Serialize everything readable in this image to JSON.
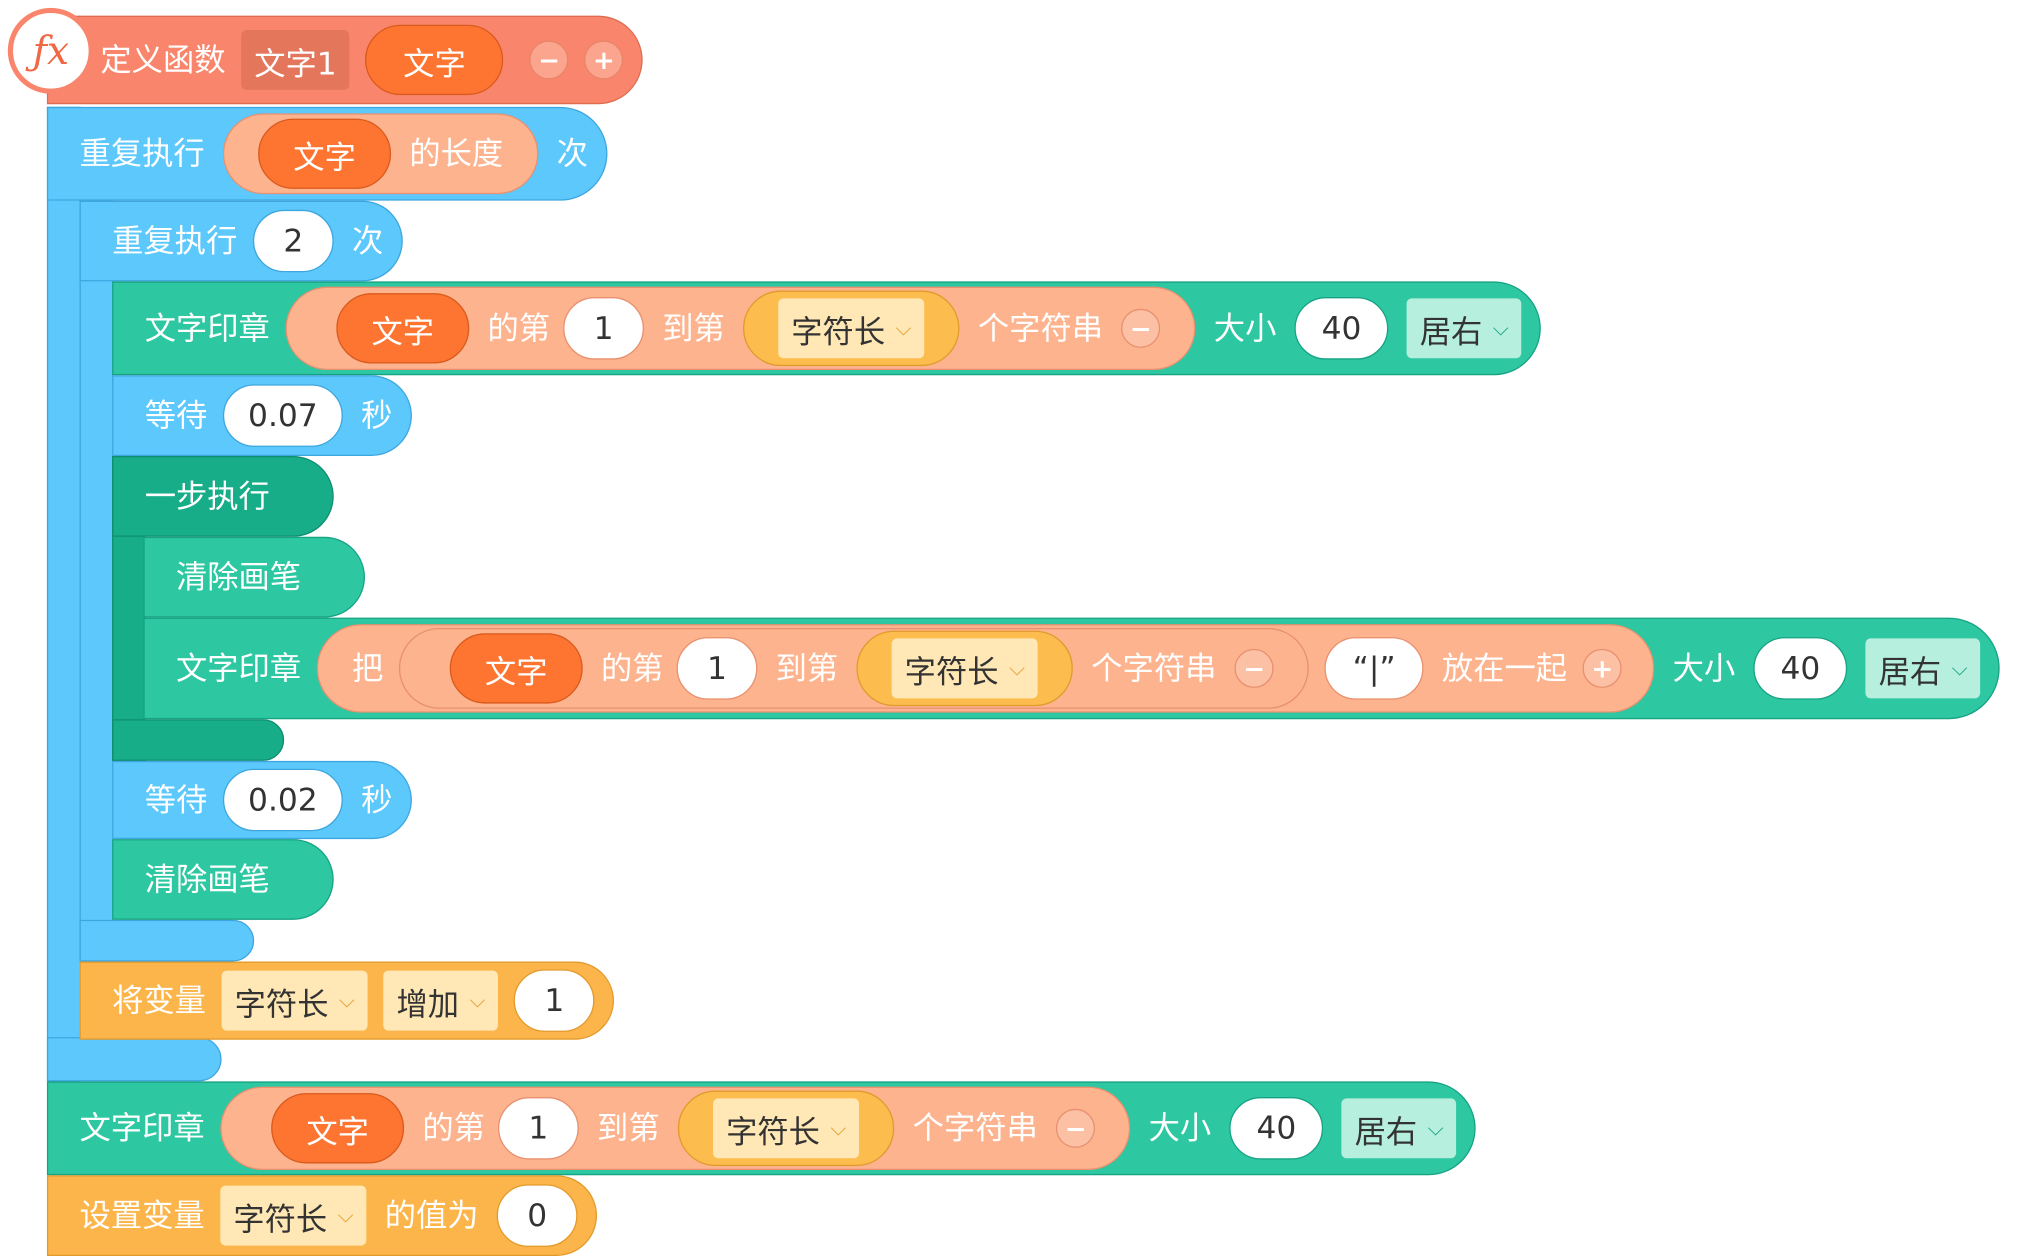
{
  "function_def": {
    "keyword": "定义函数",
    "name": "文字1",
    "param": "文字",
    "minus": "−",
    "plus": "+"
  },
  "outer_repeat": {
    "prefix": "重复执行",
    "param": "文字",
    "length_of": "的长度",
    "suffix": "次"
  },
  "inner_repeat": {
    "prefix": "重复执行",
    "count": "2",
    "suffix": "次"
  },
  "stamp1": {
    "label": "文字印章",
    "param": "文字",
    "from": "的第",
    "from_val": "1",
    "to": "到第",
    "var": "字符长",
    "substr": "个字符串",
    "minus": "−",
    "size_label": "大小",
    "size": "40",
    "align": "居右"
  },
  "wait1": {
    "label": "等待",
    "value": "0.07",
    "unit": "秒"
  },
  "step_block": {
    "label": "一步执行"
  },
  "clear_pen_inner": {
    "label": "清除画笔"
  },
  "stamp2": {
    "label": "文字印章",
    "join": "把",
    "param": "文字",
    "from": "的第",
    "from_val": "1",
    "to": "到第",
    "var": "字符长",
    "substr": "个字符串",
    "minus": "−",
    "cursor_text": "“|”",
    "join_together": "放在一起",
    "plus": "+",
    "size_label": "大小",
    "size": "40",
    "align": "居右"
  },
  "wait2": {
    "label": "等待",
    "value": "0.02",
    "unit": "秒"
  },
  "clear_pen": {
    "label": "清除画笔"
  },
  "change_var": {
    "label": "将变量",
    "var": "字符长",
    "op": "增加",
    "value": "1"
  },
  "stamp3": {
    "label": "文字印章",
    "param": "文字",
    "from": "的第",
    "from_val": "1",
    "to": "到第",
    "var": "字符长",
    "substr": "个字符串",
    "minus": "−",
    "size_label": "大小",
    "size": "40",
    "align": "居右"
  },
  "set_var": {
    "label": "设置变量",
    "var": "字符长",
    "value_label": "的值为",
    "value": "0"
  },
  "icons": {
    "fx": "fx-icon",
    "dropdown": "chevron-down-icon"
  },
  "colors": {
    "function": "#f9866c",
    "loop": "#5cc8fc",
    "text": "#2dc8a2",
    "step": "#16ad88",
    "variable": "#fcb54b",
    "param": "#fe7532"
  }
}
